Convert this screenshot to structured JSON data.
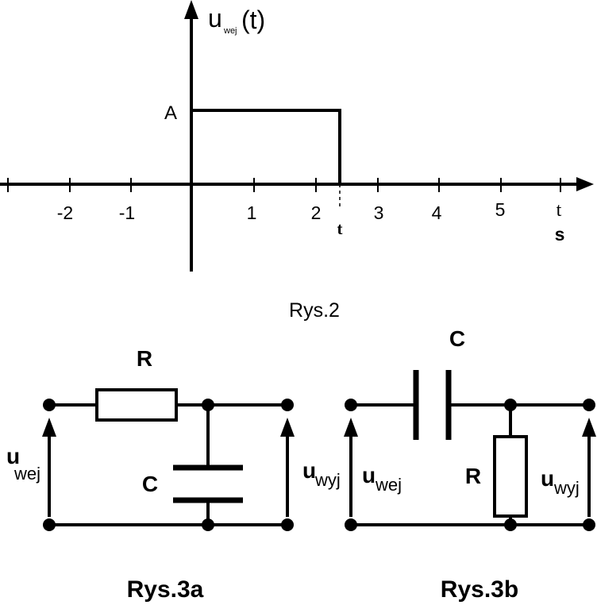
{
  "graph": {
    "y_axis_label_main": "u",
    "y_axis_label_sub": "wej",
    "y_axis_label_arg": "(t)",
    "amplitude_label": "A",
    "x_ticks": [
      "-2",
      "-1",
      "1",
      "2",
      "3",
      "4",
      "5"
    ],
    "pulse_end_label": "t",
    "x_axis_label": "t",
    "x_axis_unit": "s",
    "caption": "Rys.2"
  },
  "circuit_a": {
    "resistor_label": "R",
    "capacitor_label": "C",
    "input_label_main": "u",
    "input_label_sub": "wej",
    "output_label_main": "u",
    "output_label_sub": "wyj",
    "caption": "Rys.3a"
  },
  "circuit_b": {
    "capacitor_label": "C",
    "resistor_label": "R",
    "input_label_main": "u",
    "input_label_sub": "wej",
    "output_label_main": "u",
    "output_label_sub": "wyj",
    "caption": "Rys.3b"
  },
  "colors": {
    "ink": "#000000",
    "background": "#ffffff"
  }
}
